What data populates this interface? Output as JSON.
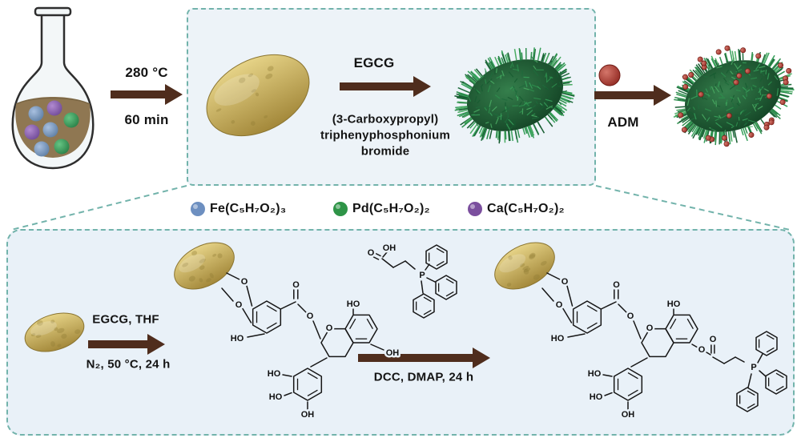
{
  "figure": {
    "accent_dashed": "#72b3ab",
    "arrow_color": "#4f2d1d",
    "panel_background": "#e9f1f8"
  },
  "top_row": {
    "step1": {
      "temperature": "280 °C",
      "duration": "60 min"
    },
    "step2": {
      "reagent": "EGCG",
      "reagent_detail_lines": [
        "(3-Carboxypropyl)",
        "triphenyphosphonium",
        "bromide"
      ]
    },
    "step3": {
      "reagent": "ADM"
    }
  },
  "legend": {
    "items": [
      {
        "name": "iron-acetylacetonate",
        "label": "Fe(C₅H₇O₂)₃",
        "color": "#6d8fc0"
      },
      {
        "name": "palladium-acetylacetonate",
        "label": "Pd(C₅H₇O₂)₂",
        "color": "#2e9447"
      },
      {
        "name": "calcium-acetylacetonate",
        "label": "Ca(C₅H₇O₂)₂",
        "color": "#7b4f9e"
      }
    ]
  },
  "panel": {
    "step1": {
      "line1": "EGCG, THF",
      "line2": "N₂, 50 °C, 24 h"
    },
    "step2": {
      "label": "DCC, DMAP, 24 h"
    }
  },
  "atom_labels": {
    "HO": "HO",
    "OH": "OH",
    "O": "O",
    "P": "P"
  }
}
